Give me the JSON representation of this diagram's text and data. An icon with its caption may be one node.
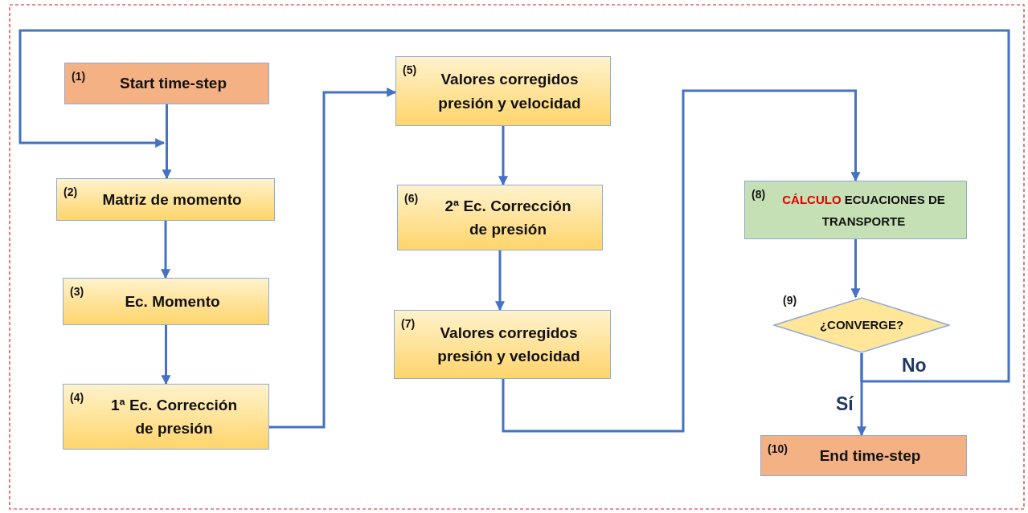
{
  "diagram": {
    "nodes": [
      {
        "text": [
          "(1)",
          "Start time-step"
        ]
      },
      {
        "text": [
          "(2)",
          "Matriz de momento"
        ]
      },
      {
        "text": [
          "(3)",
          "Ec. Momento"
        ]
      },
      {
        "text": [
          "(4)",
          "1ª Ec. Corrección de presión"
        ]
      },
      {
        "text": [
          "(5)",
          "Valores corregidos presión y velocidad"
        ]
      },
      {
        "text": [
          "(6)",
          "2ª Ec. Corrección de presión"
        ]
      },
      {
        "text": [
          "(7)",
          "Valores corregidos presión y velocidad"
        ]
      },
      {
        "text": [
          "(8)",
          "CÁLCULO",
          "ECUACIONES DE TRANSPORTE"
        ]
      },
      {
        "text": [
          "(9)",
          "¿CONVERGE?"
        ]
      },
      {
        "text": [
          "(10)",
          "End time-step"
        ]
      }
    ],
    "edges": [
      {
        "from": 0,
        "to": 1,
        "arrow": "to"
      },
      {
        "from": 1,
        "to": 2,
        "arrow": "to"
      },
      {
        "from": 2,
        "to": 3,
        "arrow": "to"
      },
      {
        "from": 3,
        "to": 4,
        "arrow": "to"
      },
      {
        "from": 4,
        "to": 5,
        "arrow": "to"
      },
      {
        "from": 5,
        "to": 6,
        "arrow": "to"
      },
      {
        "from": 6,
        "to": 7,
        "arrow": "to"
      },
      {
        "from": 7,
        "to": 8,
        "arrow": "to"
      },
      {
        "from": 8,
        "to": 9,
        "arrow": "to",
        "label": "Sí"
      },
      {
        "from": 8,
        "to": 1,
        "arrow": "to",
        "label": "No"
      }
    ]
  }
}
